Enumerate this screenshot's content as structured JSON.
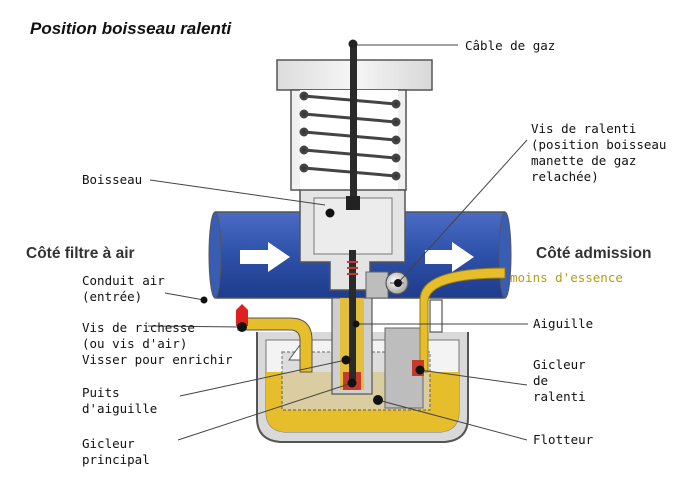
{
  "title": "Position boisseau ralenti",
  "sides": {
    "air_filter": "Côté filtre à air",
    "intake": "Côté admission"
  },
  "labels": {
    "throttle_cable": "Câble de gaz",
    "idle_screw_lines": [
      "Vis de ralenti",
      "(position boisseau",
      "manette de gaz",
      "relachée)"
    ],
    "slide": "Boisseau",
    "air_duct_lines": [
      "Conduit air",
      "(entrée)"
    ],
    "mixture_screw_lines": [
      "Vis de richesse",
      "(ou vis d'air)",
      "Visser pour enrichir"
    ],
    "needle": "Aiguille",
    "pilot_jet_lines": [
      "Gicleur",
      "de",
      "ralenti"
    ],
    "needle_well_lines": [
      "Puits",
      "d'aiguille"
    ],
    "main_jet_lines": [
      "Gicleur",
      "principal"
    ],
    "float": "Flotteur",
    "less_fuel": "moins d'essence"
  },
  "colors": {
    "air_channel": "#2d50a8",
    "fuel": "#e6bd2a",
    "body": "#f4f4f4",
    "outline": "#555555",
    "mixture_screw": "#e02020"
  }
}
